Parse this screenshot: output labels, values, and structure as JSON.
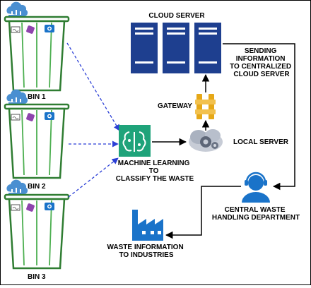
{
  "bins": [
    {
      "label": "BIN 1"
    },
    {
      "label": "BIN 2"
    },
    {
      "label": "BIN 3"
    }
  ],
  "nodes": {
    "cloud_server": "CLOUD SERVER",
    "gateway": "GATEWAY",
    "local_server": "LOCAL SERVER",
    "ml": {
      "lines": [
        "MACHINE LEARNING",
        "TO",
        "CLASSIFY THE WASTE"
      ]
    },
    "sending": {
      "lines": [
        "SENDING",
        "INFORMATION",
        "TO CENTRALIZED",
        "CLOUD SERVER"
      ]
    },
    "central": {
      "lines": [
        "CENTRAL WASTE",
        "HANDLING DEPARTMENT"
      ]
    },
    "industry": {
      "lines": [
        "WASTE INFORMATION",
        "TO INDUSTRIES"
      ]
    }
  },
  "colors": {
    "bin_green": "#2f7d32",
    "bin_line": "#4caf50",
    "server_blue": "#1e3f8f",
    "ml_green": "#1fa37a",
    "user_blue": "#1a73c9",
    "gateway_gold": "#e6a817",
    "dashed_blue": "#2b3fd6",
    "cloud_blue": "#4a8fd1"
  }
}
